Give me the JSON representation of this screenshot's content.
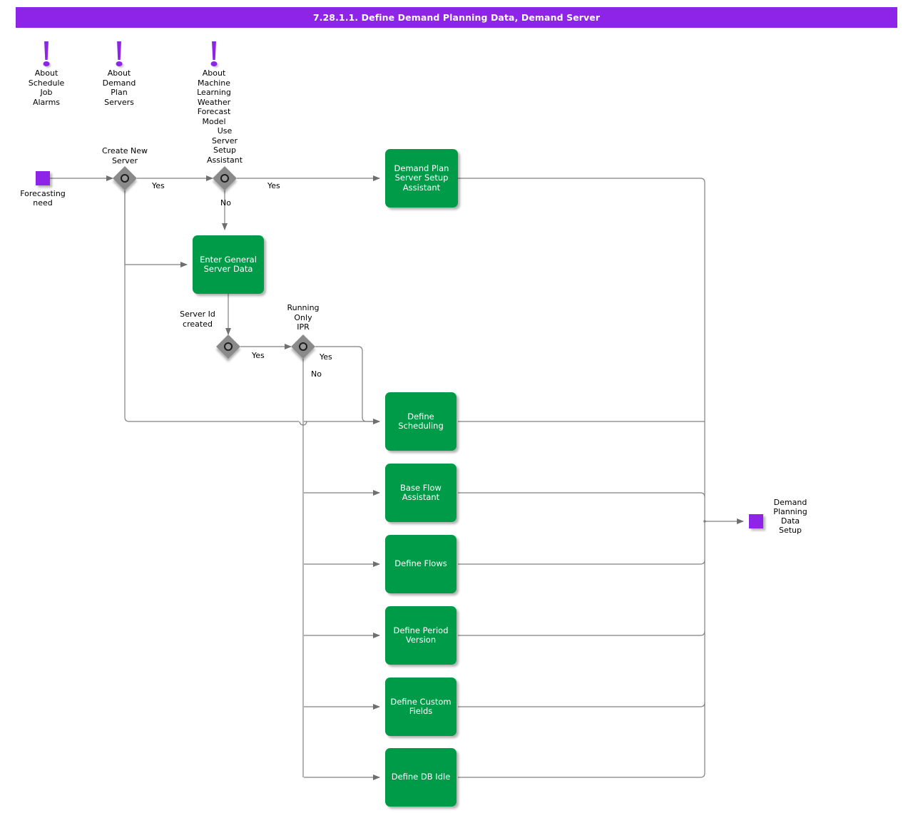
{
  "header": {
    "title": "7.28.1.1. Define Demand Planning Data, Demand Server",
    "bar_color": "#8E24E8",
    "text_color": "#ffffff"
  },
  "palette": {
    "process_green": "#009B48",
    "terminator_purple": "#8E24E8",
    "decision_gray": "#8a8a8a",
    "wire_gray": "#808080",
    "text_black": "#000000"
  },
  "notes": [
    {
      "label": "About\nSchedule\nJob Alarms"
    },
    {
      "label": "About Demand\nPlan Servers"
    },
    {
      "label": "About Machine Learning\nWeather Forecast Model"
    }
  ],
  "terminators": {
    "start": {
      "label": "Forecasting\nneed"
    },
    "end": {
      "label": "Demand\nPlanning\nData\nSetup"
    }
  },
  "decisions": [
    {
      "id": "create-new-server",
      "label": "Create New\nServer"
    },
    {
      "id": "use-server-setup-assistant",
      "label": "Use\nServer\nSetup\nAssistant"
    },
    {
      "id": "server-id-created",
      "label": "Server Id\ncreated"
    },
    {
      "id": "running-only-ipr",
      "label": "Running\nOnly\nIPR"
    }
  ],
  "processes": [
    {
      "id": "demand-plan-server-setup-assistant",
      "label": "Demand Plan\nServer Setup\nAssistant"
    },
    {
      "id": "enter-general-server-data",
      "label": "Enter General\nServer Data"
    },
    {
      "id": "define-scheduling",
      "label": "Define\nScheduling"
    },
    {
      "id": "base-flow-assistant",
      "label": "Base Flow\nAssistant"
    },
    {
      "id": "define-flows",
      "label": "Define Flows"
    },
    {
      "id": "define-period-version",
      "label": "Define Period\nVersion"
    },
    {
      "id": "define-custom-fields",
      "label": "Define Custom\nFields"
    },
    {
      "id": "define-db-idle",
      "label": "Define DB Idle"
    }
  ],
  "edge_labels": {
    "create_new_server_yes": "Yes",
    "use_assistant_yes": "Yes",
    "use_assistant_no": "No",
    "server_id_yes": "Yes",
    "running_ipr_yes": "Yes",
    "running_ipr_no": "No"
  }
}
